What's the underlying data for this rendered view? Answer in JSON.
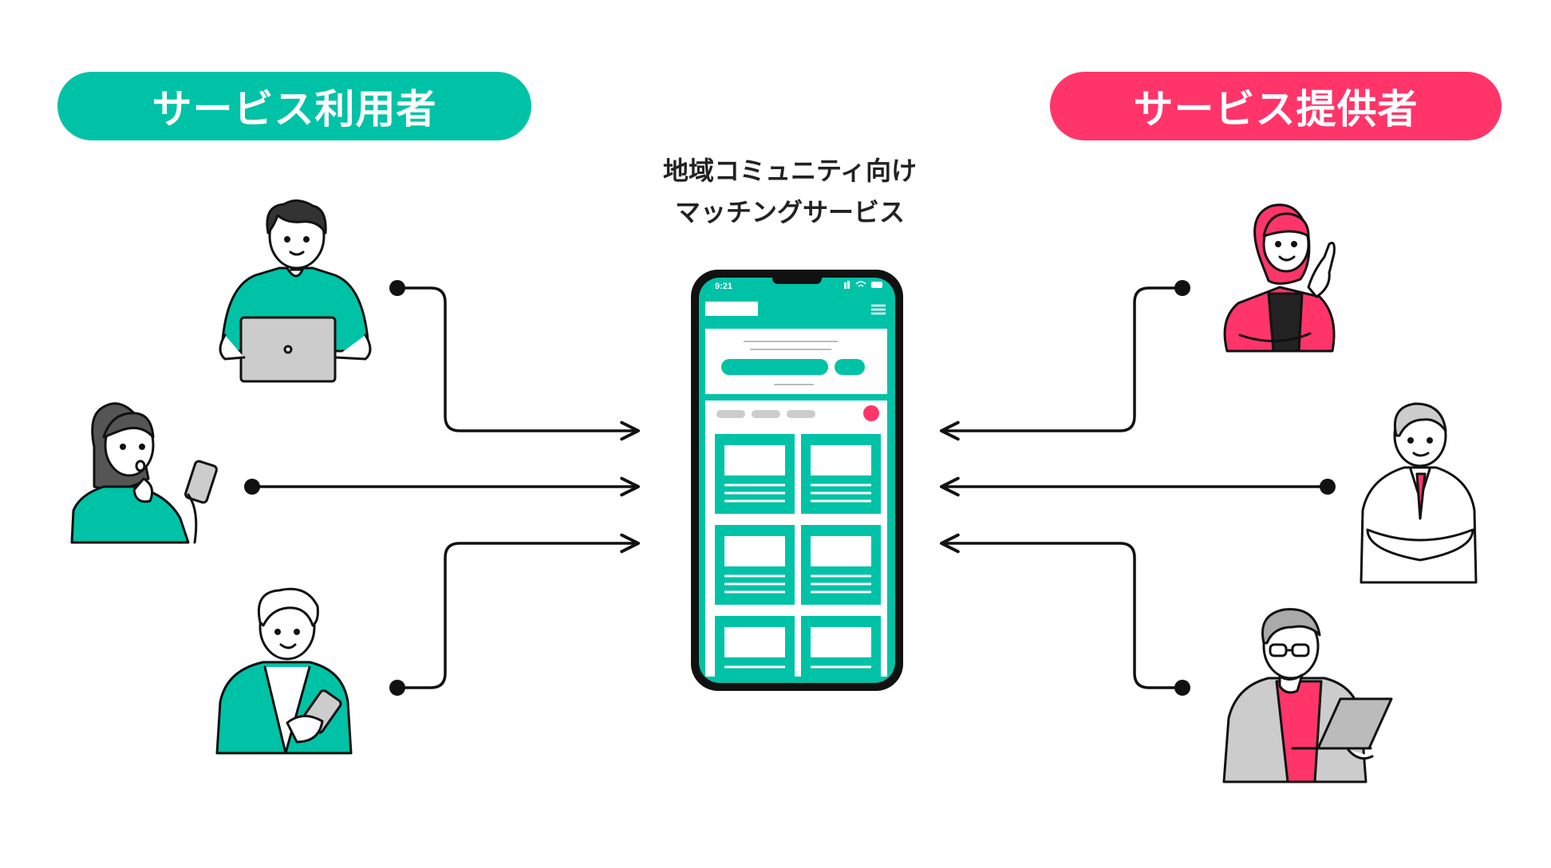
{
  "labels": {
    "users": "サービス利用者",
    "providers": "サービス提供者"
  },
  "center": {
    "title_line1": "地域コミュニティ向け",
    "title_line2": "マッチングサービス"
  },
  "phone": {
    "time": "9:21"
  },
  "colors": {
    "teal": "#00C2A6",
    "pink": "#FF3569",
    "line": "#111111",
    "gray": "#cccccc"
  },
  "icons": [
    "menu-icon",
    "wifi-icon",
    "battery-icon",
    "signal-icon"
  ]
}
